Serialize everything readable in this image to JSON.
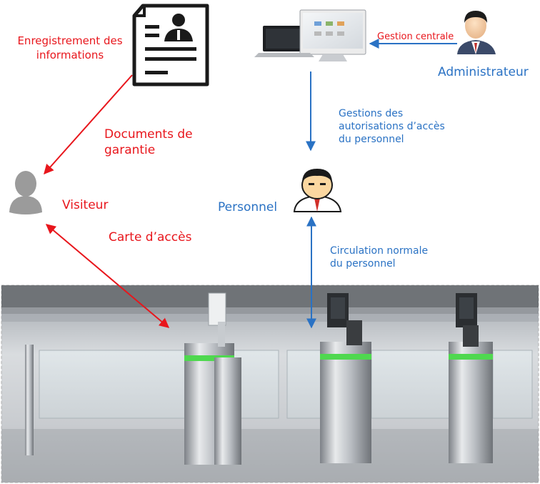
{
  "labels": {
    "registration_line1": "Enregistrement des",
    "registration_line2": "informations",
    "central_management": "Gestion centrale",
    "administrator": "Administrateur",
    "access_mgmt_line1": "Gestions des",
    "access_mgmt_line2": "autorisations d’accès",
    "access_mgmt_line3": "du personnel",
    "guarantee_line1": "Documents de",
    "guarantee_line2": "garantie",
    "visitor": "Visiteur",
    "personnel": "Personnel",
    "access_card": "Carte d’accès",
    "normal_flow_line1": "Circulation normale",
    "normal_flow_line2": "du personnel"
  },
  "colors": {
    "red": "#e8161c",
    "blue": "#2a72c4",
    "gate_green": "#4fd84f"
  },
  "icons": [
    "document-icon",
    "computer-icon",
    "administrator-icon",
    "visitor-icon",
    "personnel-icon"
  ]
}
